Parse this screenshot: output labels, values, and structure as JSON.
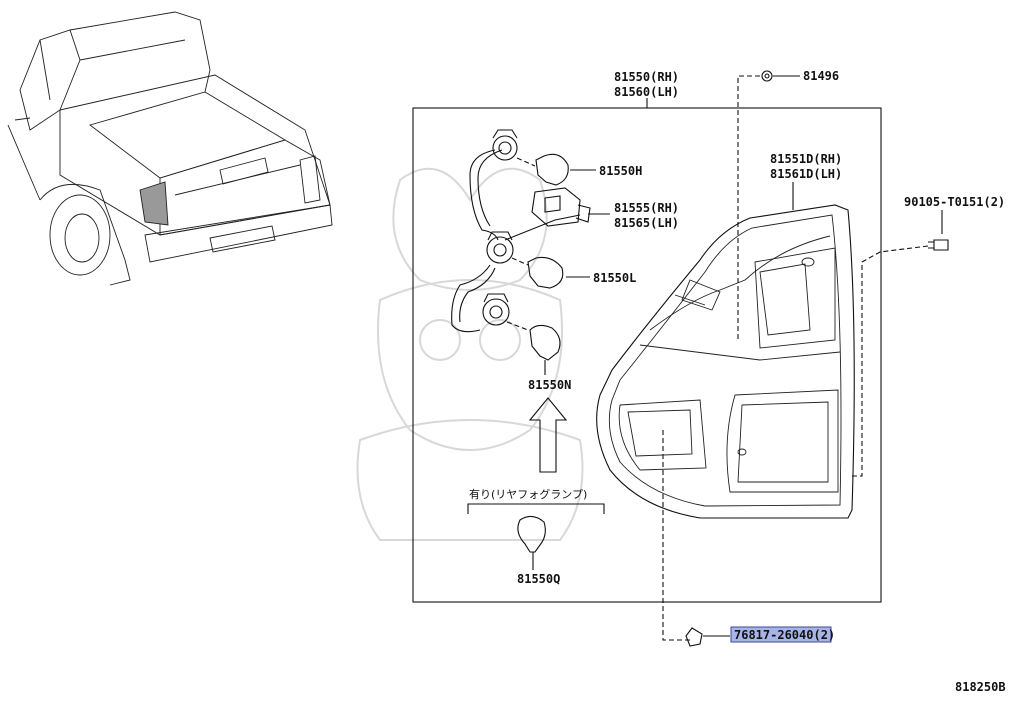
{
  "labels": {
    "assy_rh": "81550(RH)",
    "assy_lh": "81560(LH)",
    "grommet": "81496",
    "lens_rh": "81551D(RH)",
    "lens_lh": "81561D(LH)",
    "screw": "90105-T0151(2)",
    "bulb_h": "81550H",
    "socket_rh": "81555(RH)",
    "socket_lh": "81565(LH)",
    "bulb_l": "81550L",
    "bulb_n": "81550N",
    "option_note": "有り(リヤフォグランプ)",
    "bulb_q": "81550Q",
    "clip": "76817-26040(2)",
    "diagram_id": "818250B"
  },
  "colors": {
    "highlight": "#a9b4e6",
    "line": "#111111",
    "watermark": "#d8d8d8"
  }
}
